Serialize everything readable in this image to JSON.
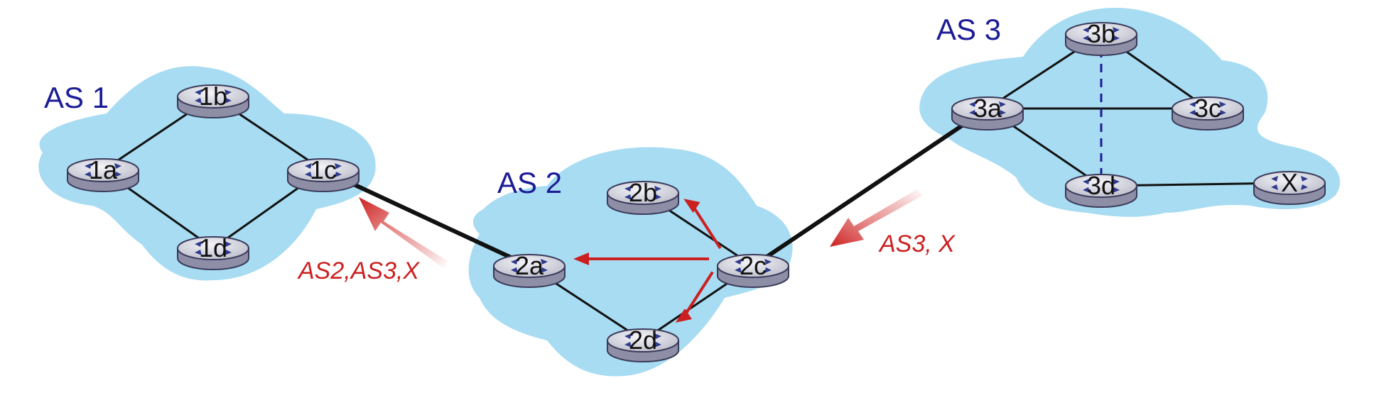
{
  "diagram": {
    "as_regions": [
      {
        "id": "as1",
        "label": "AS 1"
      },
      {
        "id": "as2",
        "label": "AS 2"
      },
      {
        "id": "as3",
        "label": "AS 3"
      }
    ],
    "routers": [
      {
        "id": "r1a",
        "label": "1a"
      },
      {
        "id": "r1b",
        "label": "1b"
      },
      {
        "id": "r1c",
        "label": "1c"
      },
      {
        "id": "r1d",
        "label": "1d"
      },
      {
        "id": "r2a",
        "label": "2a"
      },
      {
        "id": "r2b",
        "label": "2b"
      },
      {
        "id": "r2c",
        "label": "2c"
      },
      {
        "id": "r2d",
        "label": "2d"
      },
      {
        "id": "r3a",
        "label": "3a"
      },
      {
        "id": "r3b",
        "label": "3b"
      },
      {
        "id": "r3c",
        "label": "3c"
      },
      {
        "id": "r3d",
        "label": "3d"
      },
      {
        "id": "rX",
        "label": "X"
      }
    ],
    "links": [
      {
        "from": "1a",
        "to": "1b",
        "kind": "intra"
      },
      {
        "from": "1b",
        "to": "1c",
        "kind": "intra"
      },
      {
        "from": "1a",
        "to": "1d",
        "kind": "intra"
      },
      {
        "from": "1d",
        "to": "1c",
        "kind": "intra"
      },
      {
        "from": "1c",
        "to": "2a",
        "kind": "inter"
      },
      {
        "from": "2a",
        "to": "2d",
        "kind": "intra"
      },
      {
        "from": "2d",
        "to": "2c",
        "kind": "intra"
      },
      {
        "from": "2b",
        "to": "2c",
        "kind": "intra"
      },
      {
        "from": "2c",
        "to": "3a",
        "kind": "inter"
      },
      {
        "from": "3a",
        "to": "3b",
        "kind": "intra"
      },
      {
        "from": "3b",
        "to": "3c",
        "kind": "intra"
      },
      {
        "from": "3a",
        "to": "3c",
        "kind": "intra"
      },
      {
        "from": "3a",
        "to": "3d",
        "kind": "intra"
      },
      {
        "from": "3b",
        "to": "3d",
        "kind": "dashed"
      },
      {
        "from": "3d",
        "to": "X",
        "kind": "intra"
      }
    ],
    "propagation_arrows": [
      {
        "from": "2c",
        "to": "2b"
      },
      {
        "from": "2c",
        "to": "2a"
      },
      {
        "from": "2c",
        "to": "2d"
      }
    ],
    "advertisements": [
      {
        "id": "adv1",
        "text": "AS2,AS3,X"
      },
      {
        "id": "adv2",
        "text": "AS3, X"
      }
    ],
    "colors": {
      "as_fill": "#a8dcf2",
      "as_label": "#1c1c96",
      "link": "#111111",
      "dashed_link": "#1c1c96",
      "arrow": "#cc1f1f",
      "router_body": "#b6b6c6",
      "router_top": "#d9d9e4",
      "router_mark": "#2f3b8c"
    }
  }
}
